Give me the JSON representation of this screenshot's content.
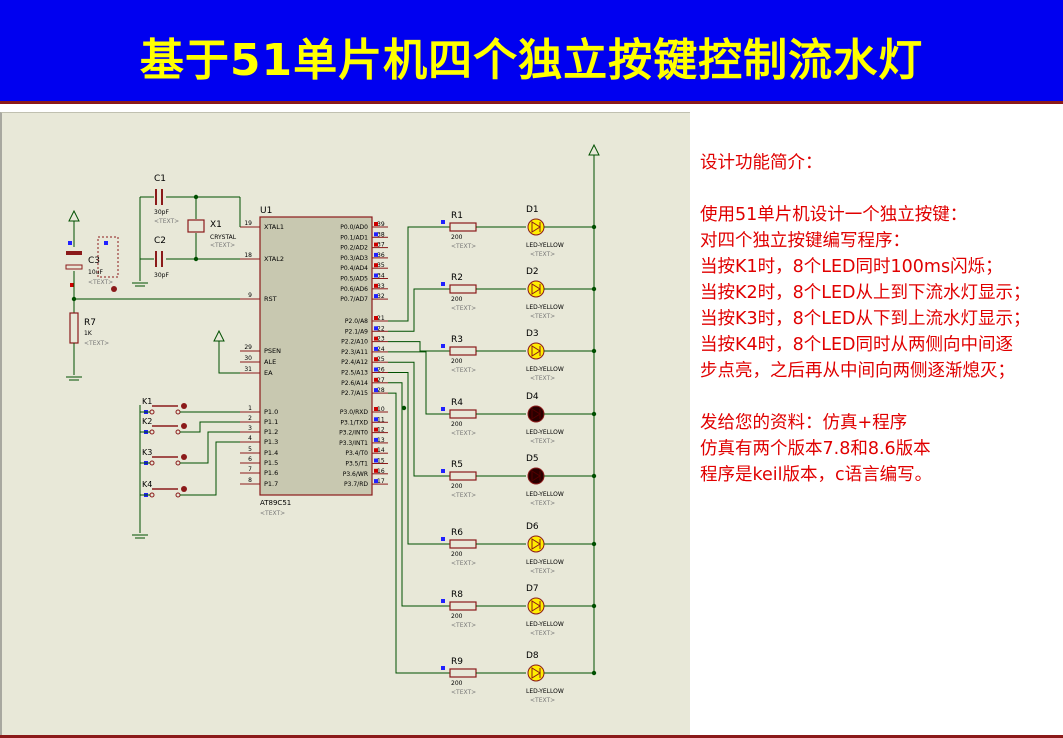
{
  "banner": {
    "title": "基于51单片机四个独立按键控制流水灯"
  },
  "description": {
    "heading": "设计功能简介：",
    "lines": [
      "使用51单片机设计一个独立按键：",
      "对四个独立按键编写程序：",
      "当按K1时，8个LED同时100ms闪烁；",
      "当按K2时，8个LED从上到下流水灯显示；",
      "当按K3时，8个LED从下到上流水灯显示；",
      "当按K4时，8个LED同时从两侧向中间逐",
      "步点亮，之后再从中间向两侧逐渐熄灭；"
    ],
    "delivery": [
      "发给您的资料：仿真+程序",
      "仿真有两个版本7.8和8.6版本",
      "程序是keil版本，c语言编写。"
    ]
  },
  "schematic": {
    "mcu": {
      "ref": "U1",
      "part": "AT89C51",
      "text_tag": "<TEXT>",
      "left_pins": [
        {
          "num": "19",
          "name": "XTAL1"
        },
        {
          "num": "18",
          "name": "XTAL2"
        },
        {
          "num": "9",
          "name": "RST"
        },
        {
          "num": "29",
          "name": "PSEN"
        },
        {
          "num": "30",
          "name": "ALE"
        },
        {
          "num": "31",
          "name": "EA"
        },
        {
          "num": "1",
          "name": "P1.0"
        },
        {
          "num": "2",
          "name": "P1.1"
        },
        {
          "num": "3",
          "name": "P1.2"
        },
        {
          "num": "4",
          "name": "P1.3"
        },
        {
          "num": "5",
          "name": "P1.4"
        },
        {
          "num": "6",
          "name": "P1.5"
        },
        {
          "num": "7",
          "name": "P1.6"
        },
        {
          "num": "8",
          "name": "P1.7"
        }
      ],
      "right_pins_p0": [
        {
          "num": "39",
          "name": "P0.0/AD0"
        },
        {
          "num": "38",
          "name": "P0.1/AD1"
        },
        {
          "num": "37",
          "name": "P0.2/AD2"
        },
        {
          "num": "36",
          "name": "P0.3/AD3"
        },
        {
          "num": "35",
          "name": "P0.4/AD4"
        },
        {
          "num": "34",
          "name": "P0.5/AD5"
        },
        {
          "num": "33",
          "name": "P0.6/AD6"
        },
        {
          "num": "32",
          "name": "P0.7/AD7"
        }
      ],
      "right_pins_p2": [
        {
          "num": "21",
          "name": "P2.0/A8"
        },
        {
          "num": "22",
          "name": "P2.1/A9"
        },
        {
          "num": "23",
          "name": "P2.2/A10"
        },
        {
          "num": "24",
          "name": "P2.3/A11"
        },
        {
          "num": "25",
          "name": "P2.4/A12"
        },
        {
          "num": "26",
          "name": "P2.5/A13"
        },
        {
          "num": "27",
          "name": "P2.6/A14"
        },
        {
          "num": "28",
          "name": "P2.7/A15"
        }
      ],
      "right_pins_p3": [
        {
          "num": "10",
          "name": "P3.0/RXD"
        },
        {
          "num": "11",
          "name": "P3.1/TXD"
        },
        {
          "num": "12",
          "name": "P3.2/INT0"
        },
        {
          "num": "13",
          "name": "P3.3/INT1"
        },
        {
          "num": "14",
          "name": "P3.4/T0"
        },
        {
          "num": "15",
          "name": "P3.5/T1"
        },
        {
          "num": "16",
          "name": "P3.6/WR"
        },
        {
          "num": "17",
          "name": "P3.7/RD"
        }
      ]
    },
    "crystal": {
      "ref": "X1",
      "value": "CRYSTAL",
      "text_tag": "<TEXT>"
    },
    "caps": [
      {
        "ref": "C1",
        "value": "30pF",
        "text_tag": "<TEXT>"
      },
      {
        "ref": "C2",
        "value": "30pF",
        "text_tag": "<TEXT>"
      },
      {
        "ref": "C3",
        "value": "10uF",
        "text_tag": "<TEXT>"
      }
    ],
    "reset_resistor": {
      "ref": "R7",
      "value": "1K",
      "text_tag": "<TEXT>"
    },
    "keys": [
      "K1",
      "K2",
      "K3",
      "K4"
    ],
    "led_rows": [
      {
        "r": "R1",
        "rv": "200",
        "d": "D1",
        "dv": "LED-YELLOW",
        "tag": "<TEXT>",
        "lit": true
      },
      {
        "r": "R2",
        "rv": "200",
        "d": "D2",
        "dv": "LED-YELLOW",
        "tag": "<TEXT>",
        "lit": true
      },
      {
        "r": "R3",
        "rv": "200",
        "d": "D3",
        "dv": "LED-YELLOW",
        "tag": "<TEXT>",
        "lit": true
      },
      {
        "r": "R4",
        "rv": "200",
        "d": "D4",
        "dv": "LED-YELLOW",
        "tag": "<TEXT>",
        "lit": false
      },
      {
        "r": "R5",
        "rv": "200",
        "d": "D5",
        "dv": "LED-YELLOW",
        "tag": "<TEXT>",
        "lit": false
      },
      {
        "r": "R6",
        "rv": "200",
        "d": "D6",
        "dv": "LED-YELLOW",
        "tag": "<TEXT>",
        "lit": true
      },
      {
        "r": "R8",
        "rv": "200",
        "d": "D7",
        "dv": "LED-YELLOW",
        "tag": "<TEXT>",
        "lit": true
      },
      {
        "r": "R9",
        "rv": "200",
        "d": "D8",
        "dv": "LED-YELLOW",
        "tag": "<TEXT>",
        "lit": true
      }
    ],
    "colors": {
      "background": "#e8e8d8",
      "wire": "#005000",
      "component": "#8b1a1a",
      "mcu_fill": "#c8c8b0",
      "led_on": "#ffee00",
      "led_off": "#2a0000",
      "pin_red": "#cc0000",
      "pin_blue": "#2020ff"
    }
  }
}
